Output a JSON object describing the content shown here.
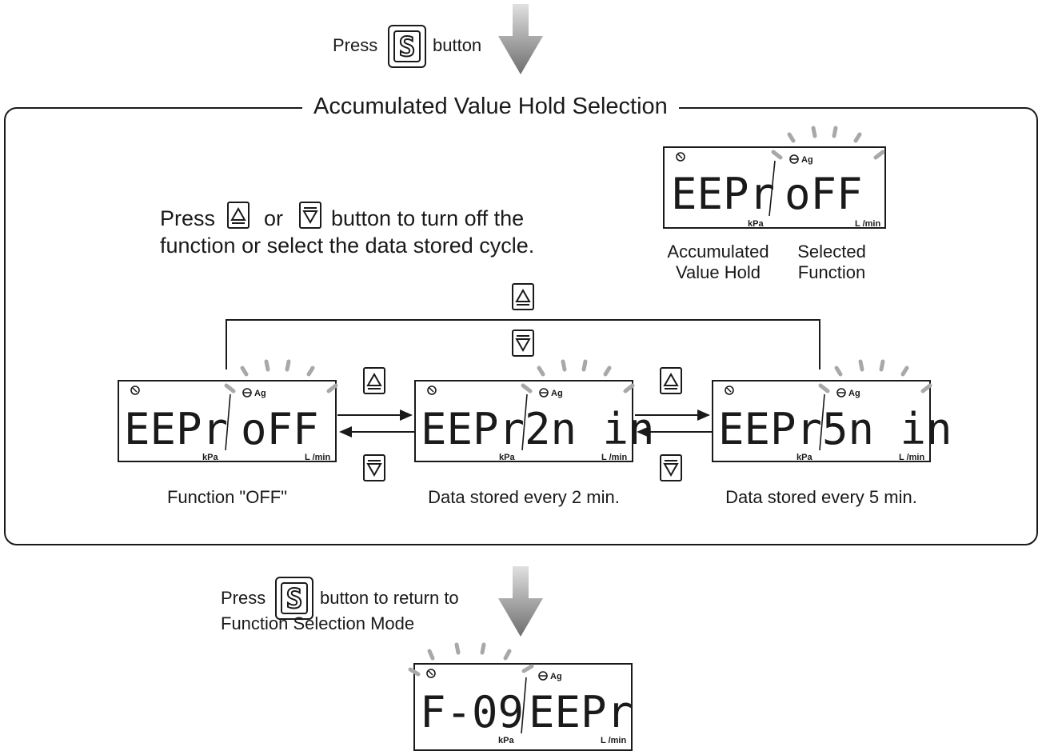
{
  "step_in": {
    "prefix": "Press",
    "button_glyph": "S",
    "suffix": "button"
  },
  "section_title": "Accumulated Value Hold Selection",
  "instruction": {
    "prefix": "Press",
    "or_text": "or",
    "line1_suffix": "button to turn off the",
    "line2": "function or select the data stored cycle."
  },
  "legend": {
    "left_line1": "Accumulated",
    "left_line2": "Value Hold",
    "right_line1": "Selected",
    "right_line2": "Function"
  },
  "lcd_labels": {
    "unit_left": "kPa",
    "unit_right": "L /min",
    "indicator": "Ag"
  },
  "displays": {
    "legend": {
      "left": "EEPr",
      "right": "oFF"
    },
    "off": {
      "left": "EEPr",
      "right": "oFF"
    },
    "two_min": {
      "left": "EEPr",
      "right": "2n in"
    },
    "five_min": {
      "left": "EEPr",
      "right": "5n in"
    },
    "final": {
      "left": "F-09",
      "right": "EEPr"
    }
  },
  "captions": {
    "off": "Function \"OFF\"",
    "two_min": "Data stored every 2 min.",
    "five_min": "Data stored every 5 min."
  },
  "step_out": {
    "prefix": "Press",
    "button_glyph": "S",
    "line1_suffix": "button to return to",
    "line2": "Function Selection Mode"
  },
  "icons": {
    "up": "up-triangle-icon",
    "down": "down-triangle-icon",
    "set": "set-button-icon",
    "flow": "down-arrow-icon"
  },
  "colors": {
    "ink": "#1a1a1a",
    "arrow_grey": "#8a8a8a",
    "blink": "#a0a0a0"
  }
}
